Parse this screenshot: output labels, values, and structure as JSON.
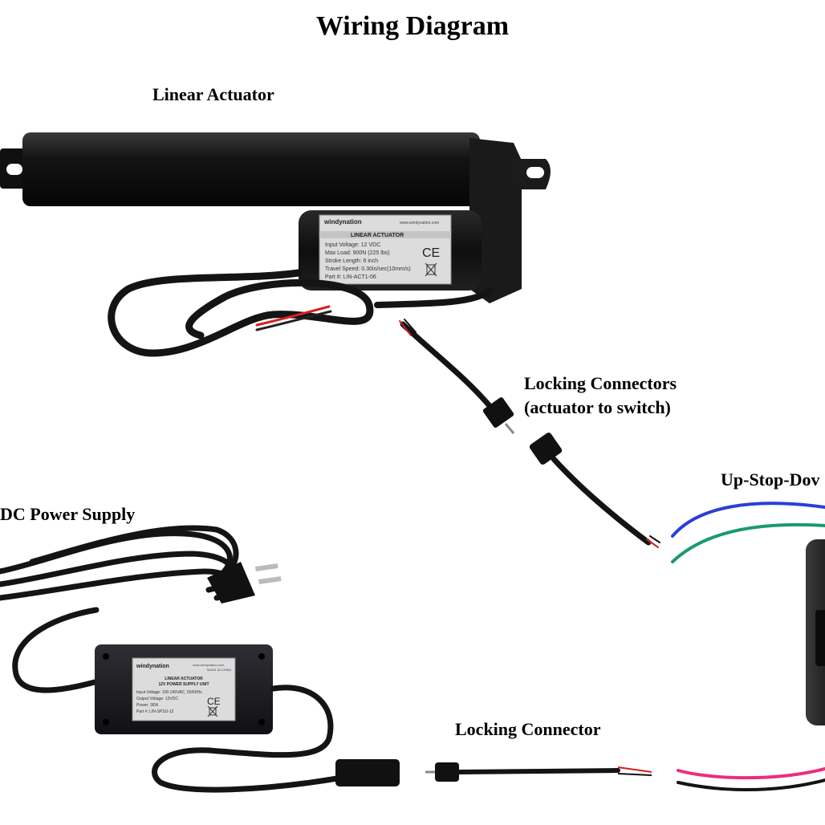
{
  "title": "Wiring Diagram",
  "labels": {
    "actuator": "Linear Actuator",
    "locking_connectors_line1": "Locking Connectors",
    "locking_connectors_line2": "(actuator to switch)",
    "switch": "Up-Stop-Dov",
    "power_supply": "DC Power Supply",
    "locking_connector": "Locking Connector"
  },
  "actuator_tag": {
    "brand": "windynation",
    "tagline": "www.windynation.com",
    "heading": "LINEAR ACTUATOR",
    "rows": [
      "Input Voltage:  12 VDC",
      "Max Load:   900N (225 lbs)",
      "Stroke Length:  6 inch",
      "Travel Speed:  0.30in/sec(10mm/s)",
      "Part #:   LIN-ACT1-06"
    ],
    "ce": "CE"
  },
  "psu_tag": {
    "brand": "windynation",
    "tagline": "www.windynation.com",
    "made_in": "MADE IN CHINA",
    "heading1": "LINEAR ACTUATOR",
    "heading2": "12V POWER SUPPLY UNIT",
    "rows": [
      "Input Voltage:  100-240VAC, 50/60Hz",
      "Output Voltage: 12VDC",
      "Power:   36W",
      "Part #:   LIN-SPSU-12"
    ],
    "ce": "CE"
  },
  "colors": {
    "cable": "#141414",
    "red_wire": "#d42020",
    "blue_wire": "#2a3fd6",
    "green_wire": "#1a9a6a",
    "pink_wire": "#e8307a",
    "body": "#1b1b1b"
  }
}
